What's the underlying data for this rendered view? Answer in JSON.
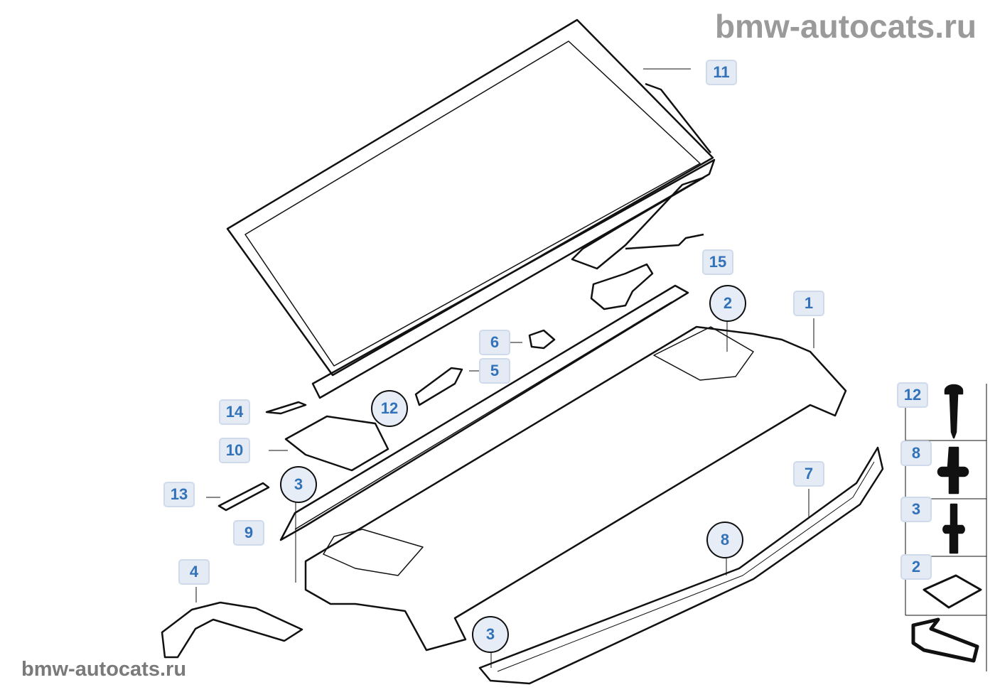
{
  "watermark_top": "bmw-autocats.ru",
  "watermark_bottom": "bmw-autocats.ru",
  "callouts": [
    "11",
    "15",
    "2",
    "1",
    "6",
    "5",
    "12",
    "14",
    "10",
    "3",
    "13",
    "9",
    "4",
    "7",
    "8",
    "3"
  ],
  "legend": [
    "12",
    "8",
    "3",
    "2"
  ]
}
